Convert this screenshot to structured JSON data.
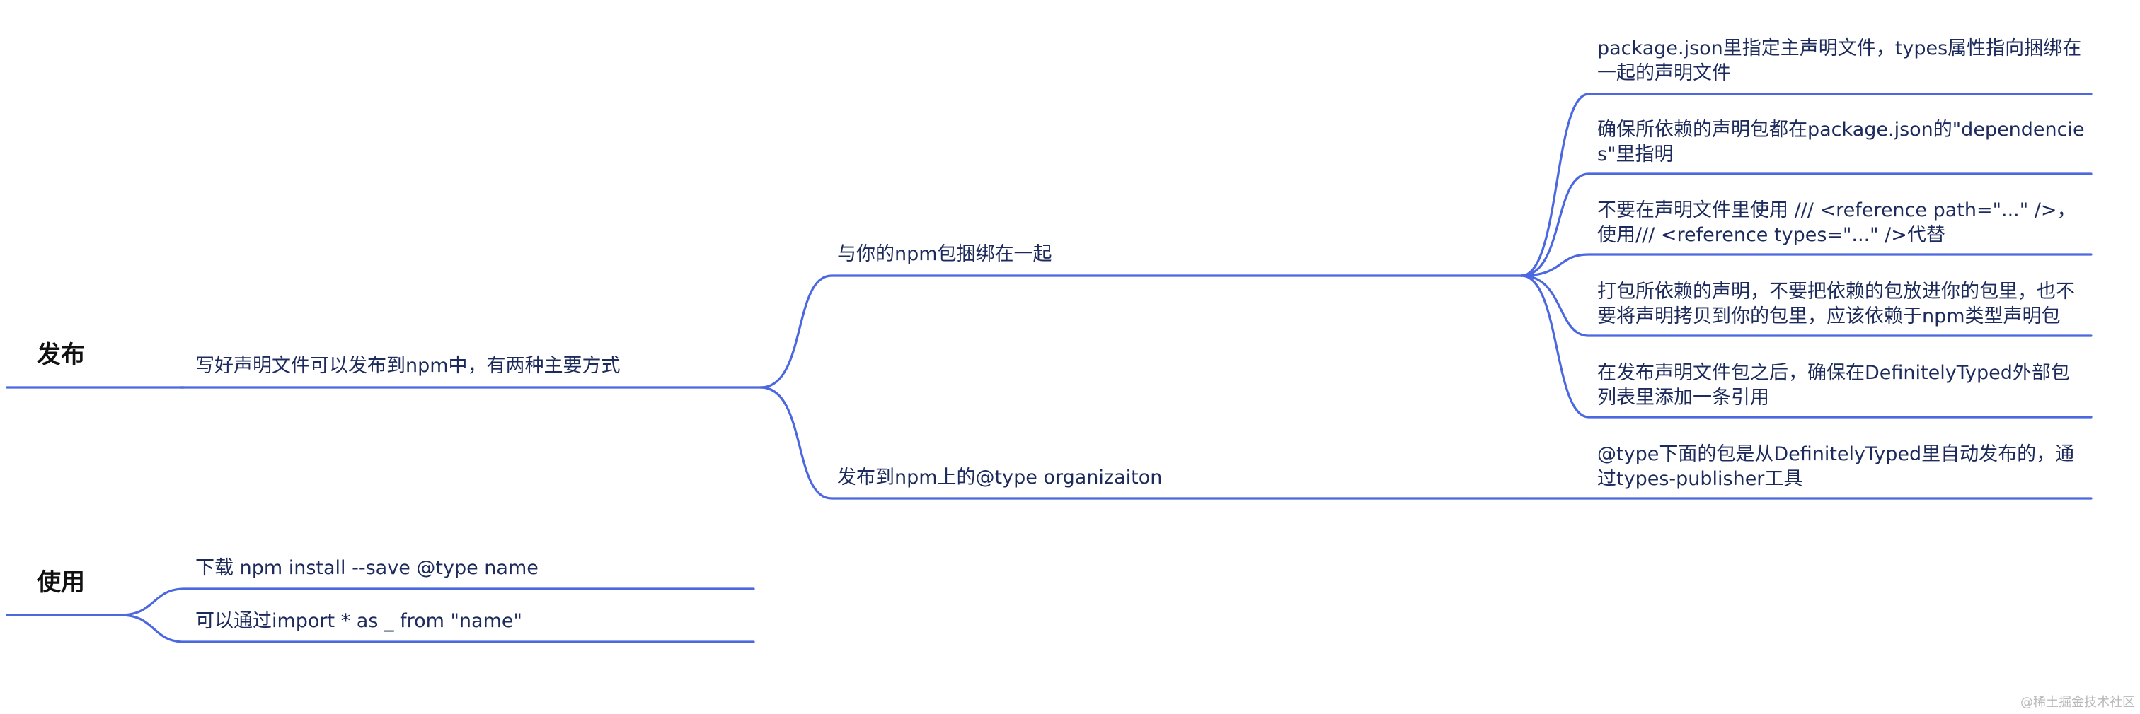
{
  "mindmap": {
    "roots": [
      {
        "label": "发布",
        "children": [
          {
            "label": "写好声明文件可以发布到npm中，有两种主要方式",
            "children": [
              {
                "label": "与你的npm包捆绑在一起",
                "children": [
                  {
                    "label": "package.json里指定主声明文件，types属性指向捆绑在一起的声明文件"
                  },
                  {
                    "label": "确保所依赖的声明包都在package.json的\"dependencies\"里指明"
                  },
                  {
                    "label": "不要在声明文件里使用 /// <reference path=\"...\" />，使用/// <reference types=\"...\" />代替"
                  },
                  {
                    "label": "打包所依赖的声明，不要把依赖的包放进你的包里，也不要将声明拷贝到你的包里，应该依赖于npm类型声明包"
                  },
                  {
                    "label": "在发布声明文件包之后，确保在DefinitelyTyped外部包列表里添加一条引用"
                  }
                ]
              },
              {
                "label": "发布到npm上的@type organizaiton",
                "children": [
                  {
                    "label": "@type下面的包是从DefinitelyTyped里自动发布的，通过types-publisher工具"
                  }
                ]
              }
            ]
          }
        ]
      },
      {
        "label": "使用",
        "children": [
          {
            "label": "下载 npm install --save @type name"
          },
          {
            "label": "可以通过import * as _ from \"name\""
          }
        ]
      }
    ]
  },
  "watermark": "@稀土掘金技术社区",
  "colors": {
    "branch": "#4b68e0",
    "text": "#1c2a5c",
    "root_text": "#111111",
    "watermark": "#b8b8b8"
  }
}
